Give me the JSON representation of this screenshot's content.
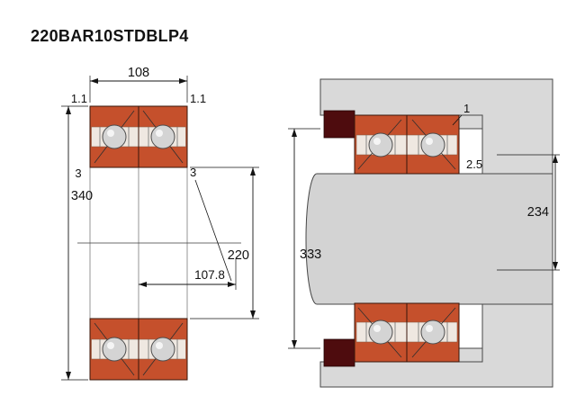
{
  "title": "220BAR10STDBLP4",
  "left_view": {
    "dim_width": "108",
    "dim_chamfer_left": "1.1",
    "dim_chamfer_right": "1.1",
    "dim_fillet_left": "3",
    "dim_outer_diameter": "340",
    "dim_fillet_right": "3",
    "dim_bore_diameter": "220",
    "dim_center_distance": "107.8"
  },
  "right_view": {
    "dim_snap_ring": "1",
    "dim_shoulder": "2.5",
    "dim_shoulder_diameter": "333",
    "dim_shaft_diameter": "234"
  },
  "colors": {
    "ring_orange": "#c5502c",
    "housing_gray": "#d9d9d9",
    "seal_dark_red": "#4e0c0e"
  }
}
